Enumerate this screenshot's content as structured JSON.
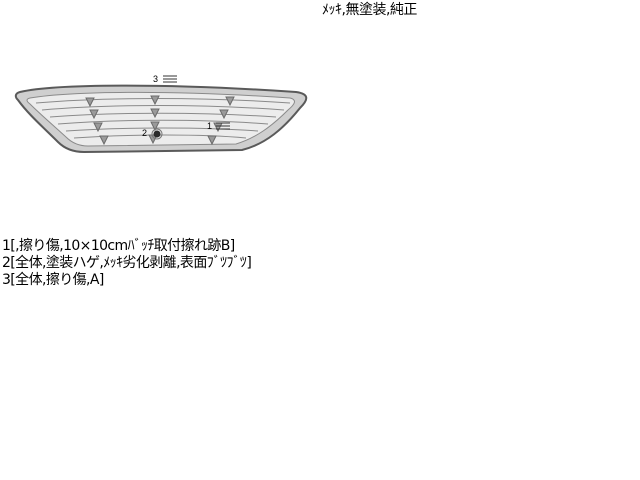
{
  "header": {
    "spec_label": "ﾒｯｷ,無塗装,純正"
  },
  "diagram": {
    "markers": [
      {
        "number": "1",
        "description": "擦り傷,10×10cmﾊﾞｯﾁ取付擦れ跡B"
      },
      {
        "number": "2",
        "description": "全体,塗装ハゲ,ﾒｯｷ劣化剥離,表面ﾌﾞﾂﾌﾞﾂ"
      },
      {
        "number": "3",
        "description": "全体,擦り傷,A"
      }
    ]
  },
  "notes": [
    "1[,擦り傷,10×10cmﾊﾞｯﾁ取付擦れ跡B]",
    "2[全体,塗装ハゲ,ﾒｯｷ劣化剥離,表面ﾌﾞﾂﾌﾞﾂ]",
    "3[全体,擦り傷,A]"
  ],
  "colors": {
    "outline": "#5a5a5a",
    "rim_fill": "#cfcfcf",
    "body_fill": "#ececec",
    "slat": "#8a8a8a",
    "damage_dot": "#2a2a2a"
  }
}
